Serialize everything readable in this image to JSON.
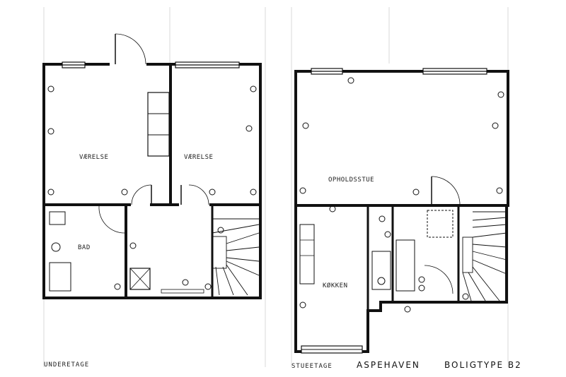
{
  "left_plan": {
    "rooms": {
      "vaerelse_1": "VÆRELSE",
      "vaerelse_2": "VÆRELSE",
      "bad": "BAD"
    },
    "caption": "UNDERETAGE"
  },
  "right_plan": {
    "rooms": {
      "opholdsstue": "OPHOLDSSTUE",
      "kokken": "KØKKEN"
    },
    "caption": "STUEETAGE"
  },
  "title": {
    "project": "ASPEHAVEN",
    "type": "BOLIGTYPE B2"
  }
}
